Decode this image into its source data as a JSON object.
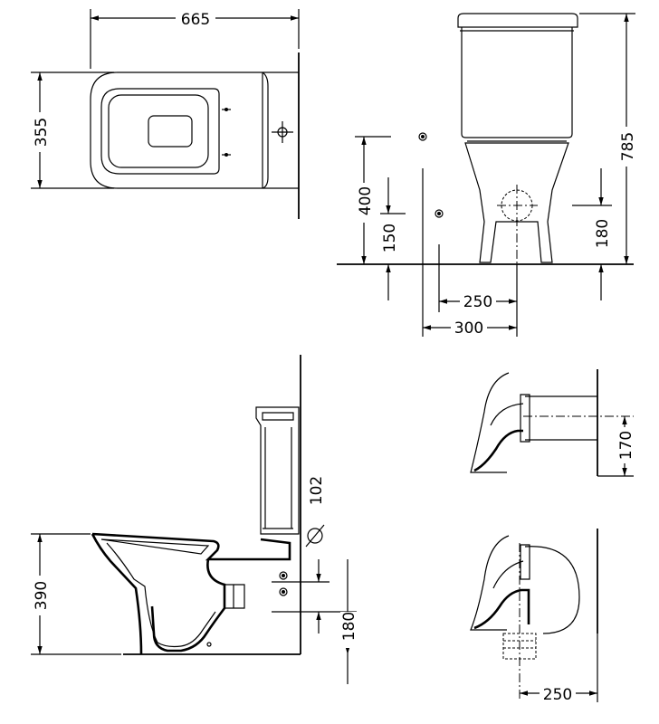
{
  "dimensions": {
    "top_width": "665",
    "top_depth": "355",
    "total_height": "785",
    "inlet_height": "400",
    "fixing_height": "150",
    "outlet_height_front": "180",
    "outlet_offset_250": "250",
    "outlet_offset_300": "300",
    "side_pipe_diameter": "102",
    "side_seat_height": "390",
    "side_outlet_height": "180",
    "detail_outlet_170": "170",
    "detail_outlet_250": "250"
  }
}
